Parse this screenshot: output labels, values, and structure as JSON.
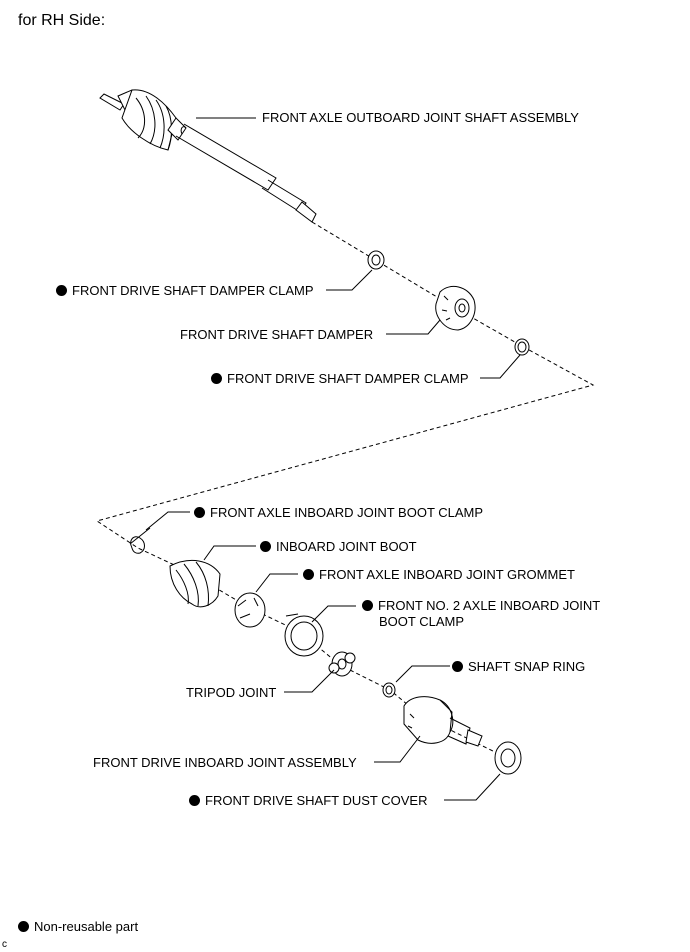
{
  "heading": "for RH Side:",
  "labels": {
    "outboard_assembly": "FRONT AXLE OUTBOARD JOINT SHAFT ASSEMBLY",
    "damper_clamp_1": "FRONT DRIVE SHAFT DAMPER CLAMP",
    "damper": "FRONT DRIVE SHAFT DAMPER",
    "damper_clamp_2": "FRONT DRIVE SHAFT DAMPER CLAMP",
    "inboard_boot_clamp": "FRONT AXLE INBOARD JOINT BOOT CLAMP",
    "inboard_boot": "INBOARD JOINT BOOT",
    "grommet": "FRONT AXLE INBOARD JOINT GROMMET",
    "no2_boot_clamp": "FRONT NO. 2 AXLE INBOARD JOINT BOOT CLAMP",
    "snap_ring": "SHAFT SNAP RING",
    "tripod": "TRIPOD JOINT",
    "inboard_assembly": "FRONT DRIVE INBOARD JOINT ASSEMBLY",
    "dust_cover": "FRONT DRIVE SHAFT DUST COVER"
  },
  "legend": {
    "text": "Non-reusable part"
  },
  "corner_code": "c"
}
